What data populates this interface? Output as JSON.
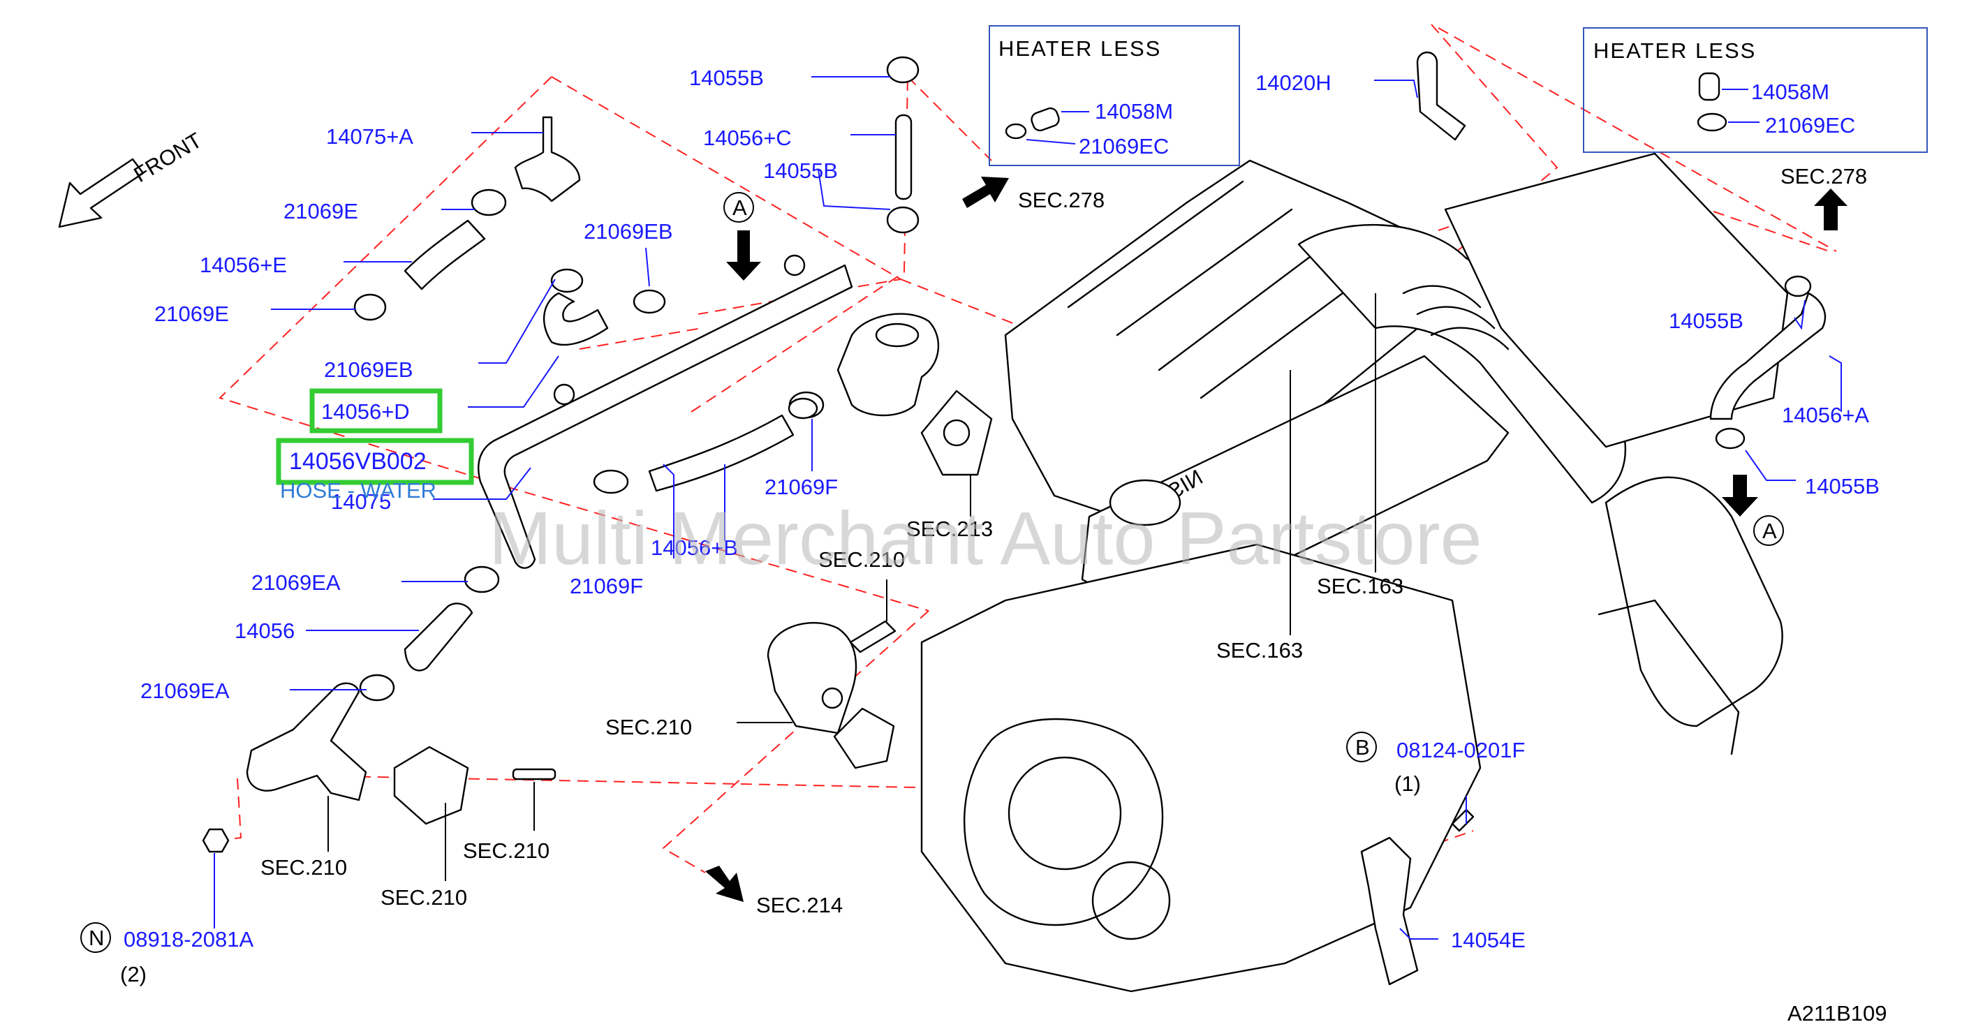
{
  "front_label": "FRONT",
  "heater_less_left": "HEATER LESS",
  "heater_less_right": "HEATER LESS",
  "watermark": "Multi Merchant Auto Partstore",
  "diagram_code": "A211B109",
  "callouts": {
    "a": "A",
    "b": "B",
    "n": "N"
  },
  "quantities": {
    "b": "(1)",
    "n": "(2)"
  },
  "engine_logo": "NISSAN",
  "highlight": {
    "part_number": "14056VB002",
    "description": "HOSE - WATER"
  },
  "parts": [
    "14075+A",
    "21069E",
    "14056+E",
    "21069E",
    "21069EB",
    "21069EB",
    "14056+D",
    "14075",
    "14055B",
    "14056+C",
    "14055B",
    "14058M",
    "21069EC",
    "14020H",
    "14058M",
    "21069EC",
    "14055B",
    "14056+A",
    "14055B",
    "21069F",
    "21069F",
    "14056+B",
    "21069EA",
    "14056",
    "21069EA",
    "08124-0201F",
    "14054E",
    "08918-2081A"
  ],
  "sections": [
    "SEC.278",
    "SEC.278",
    "SEC.213",
    "SEC.210",
    "SEC.210",
    "SEC.210",
    "SEC.210",
    "SEC.210",
    "SEC.163",
    "SEC.163",
    "SEC.214"
  ]
}
